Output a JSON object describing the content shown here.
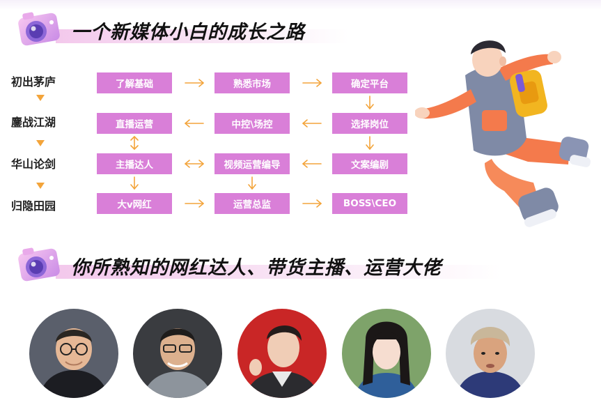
{
  "section1": {
    "title": "一个新媒体小白的成长之路"
  },
  "section2": {
    "title": "你所熟知的网红达人、带货主播、运营大佬"
  },
  "stages": [
    "初出茅庐",
    "鏖战江湖",
    "华山论剑",
    "归隐田园"
  ],
  "boxes": {
    "row1": [
      "了解基础",
      "熟悉市场",
      "确定平台"
    ],
    "row2": [
      "直播运营",
      "中控\\场控",
      "选择岗位"
    ],
    "row3": [
      "主播达人",
      "视频运营编导",
      "文案编剧"
    ],
    "row4": [
      "大v网红",
      "运营总监",
      "BOSS\\CEO"
    ]
  },
  "colors": {
    "box": "#d97fd8",
    "arrow": "#f3a43a",
    "title_band": "#f3c8ec",
    "character_orange": "#f47a4c",
    "character_gray": "#7f8aa6"
  },
  "avatars": [
    "person-1",
    "person-2",
    "person-3",
    "person-4",
    "person-5"
  ]
}
